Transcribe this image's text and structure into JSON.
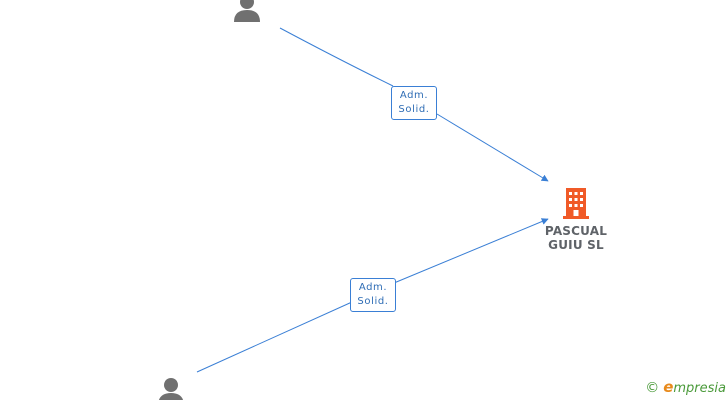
{
  "edges": [
    {
      "label_line1": "Adm.",
      "label_line2": "Solid."
    },
    {
      "label_line1": "Adm.",
      "label_line2": "Solid."
    }
  ],
  "company": {
    "name_line1": "PASCUAL",
    "name_line2": "GUIU SL",
    "icon": "building-icon",
    "color": "#f05a28"
  },
  "persons": [
    {
      "icon": "person-icon"
    },
    {
      "icon": "person-icon"
    }
  ],
  "colors": {
    "edge": "#3a7fd5",
    "person": "#707070",
    "brand_green": "#4a9a3a",
    "brand_orange": "#e88a1c"
  },
  "brand": {
    "copyright": "©",
    "first_letter": "e",
    "rest": "mpresia"
  }
}
